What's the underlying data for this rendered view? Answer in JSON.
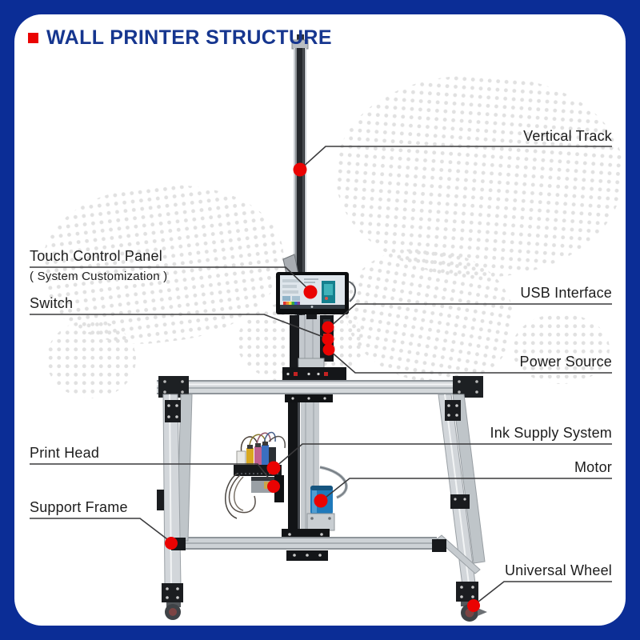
{
  "header": {
    "title": "WALL PRINTER STRUCTURE"
  },
  "theme": {
    "page_blue": "#0b2d96",
    "title_blue": "#16368f",
    "accent_red": "#ea0302",
    "label_color": "#1d1d1d",
    "line_color": "#3a3a3c",
    "dot_color": "#e1e1e1"
  },
  "callouts": [
    {
      "id": "vertical-track",
      "label": "Vertical Track",
      "side": "right"
    },
    {
      "id": "touch-control-panel",
      "label": "Touch Control Panel",
      "sublabel": "( System Customization )",
      "side": "left"
    },
    {
      "id": "switch",
      "label": "Switch",
      "side": "left"
    },
    {
      "id": "usb-interface",
      "label": "USB Interface",
      "side": "right"
    },
    {
      "id": "power-source",
      "label": "Power Source",
      "side": "right"
    },
    {
      "id": "ink-supply-system",
      "label": "Ink Supply System",
      "side": "right"
    },
    {
      "id": "print-head",
      "label": "Print Head",
      "side": "left"
    },
    {
      "id": "motor",
      "label": "Motor",
      "side": "right"
    },
    {
      "id": "support-frame",
      "label": "Support Frame",
      "side": "left"
    },
    {
      "id": "universal-wheel",
      "label": "Universal Wheel",
      "side": "right"
    }
  ]
}
